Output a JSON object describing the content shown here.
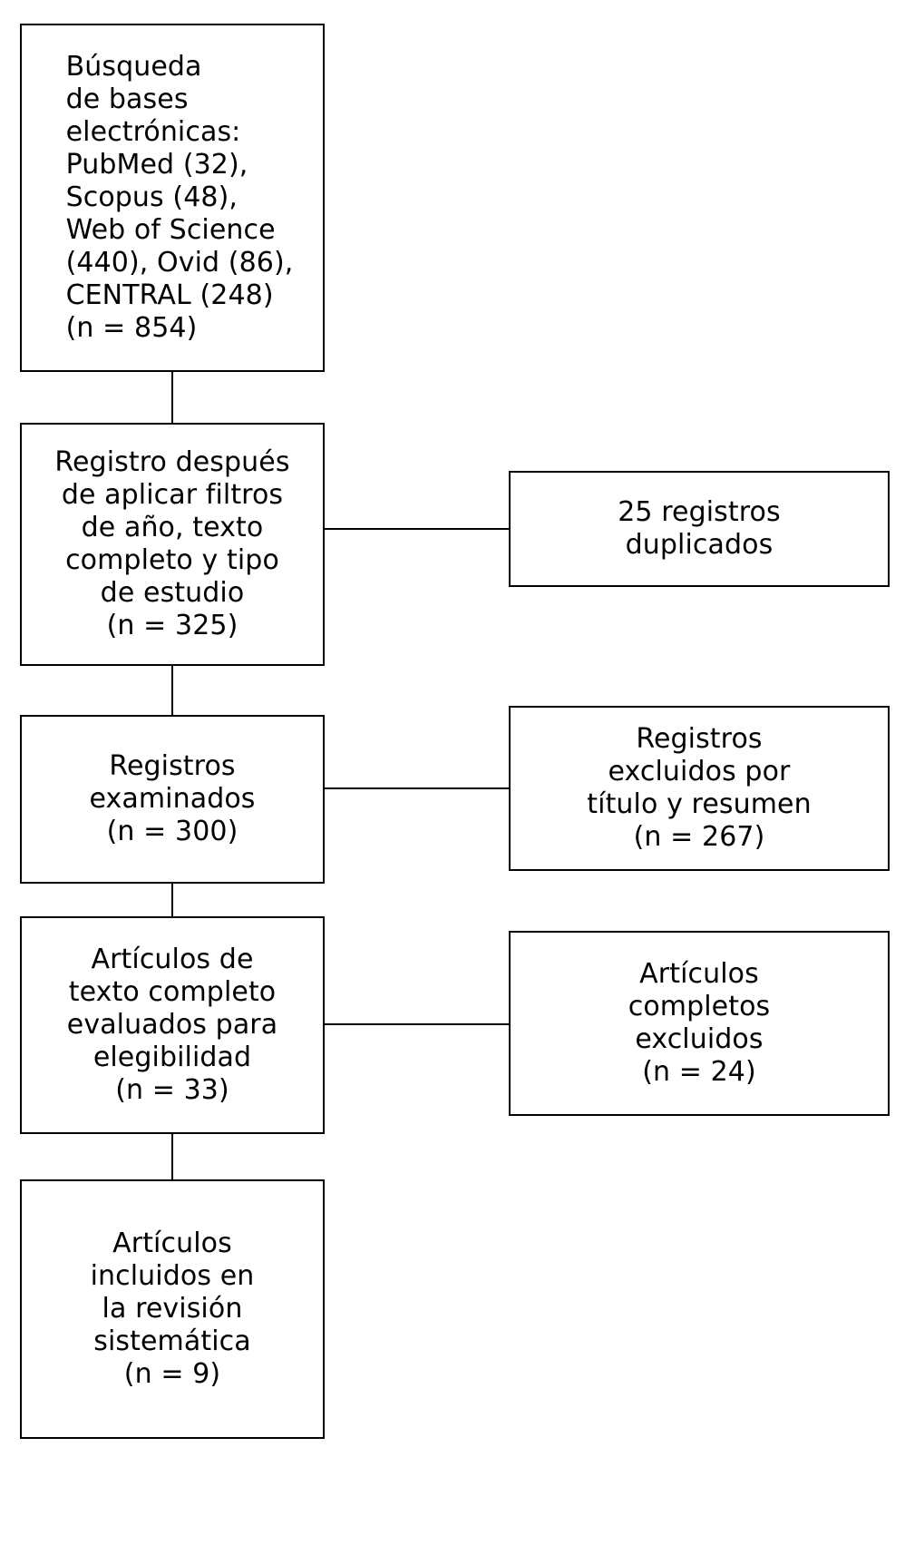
{
  "diagram": {
    "type": "prisma-flow-diagram",
    "language": "es",
    "background_color": "#ffffff",
    "line_color": "#000000",
    "text_color": "#000000"
  },
  "nodes": {
    "identification": {
      "id": "search",
      "label": "Búsqueda\nde bases\nelectrónicas:\nPubMed (32),\nScopus (48),\nWeb of Science\n(440), Ovid (86),\nCENTRAL (248)\n(n = 854)",
      "count": 854,
      "sources": [
        {
          "name": "PubMed",
          "count": 32
        },
        {
          "name": "Scopus",
          "count": 48
        },
        {
          "name": "Web of Science",
          "count": 440
        },
        {
          "name": "Ovid",
          "count": 86
        },
        {
          "name": "CENTRAL",
          "count": 248
        }
      ]
    },
    "filtered": {
      "id": "filtered",
      "label": "Registro después\nde aplicar filtros\nde año, texto\ncompleto y tipo\nde estudio\n(n = 325)",
      "count": 325
    },
    "screened": {
      "id": "screened",
      "label": "Registros\nexaminados\n(n = 300)",
      "count": 300
    },
    "fulltext": {
      "id": "fulltext",
      "label": "Artículos de\ntexto completo\nevaluados para\nelegibilidad\n(n = 33)",
      "count": 33
    },
    "included": {
      "id": "included",
      "label": "Artículos\nincluidos en\nla revisión\nsistemática\n(n = 9)",
      "count": 9
    },
    "duplicates": {
      "id": "duplicates",
      "label": "25 registros\nduplicados",
      "count": 25
    },
    "excluded_title_abstract": {
      "id": "excluded-title-abstract",
      "label": "Registros\nexcluidos por\ntítulo y resumen\n(n = 267)",
      "count": 267
    },
    "excluded_fulltext": {
      "id": "excluded-fulltext",
      "label": "Artículos\ncompletos\nexcluidos\n(n = 24)",
      "count": 24
    }
  },
  "edges": [
    {
      "from": "search",
      "to": "filtered",
      "orientation": "vertical"
    },
    {
      "from": "filtered",
      "to": "screened",
      "orientation": "vertical"
    },
    {
      "from": "screened",
      "to": "fulltext",
      "orientation": "vertical"
    },
    {
      "from": "fulltext",
      "to": "included",
      "orientation": "vertical"
    },
    {
      "from": "filtered",
      "to": "duplicates",
      "orientation": "horizontal"
    },
    {
      "from": "screened",
      "to": "excluded_title_abstract",
      "orientation": "horizontal"
    },
    {
      "from": "fulltext",
      "to": "excluded_fulltext",
      "orientation": "horizontal"
    }
  ]
}
